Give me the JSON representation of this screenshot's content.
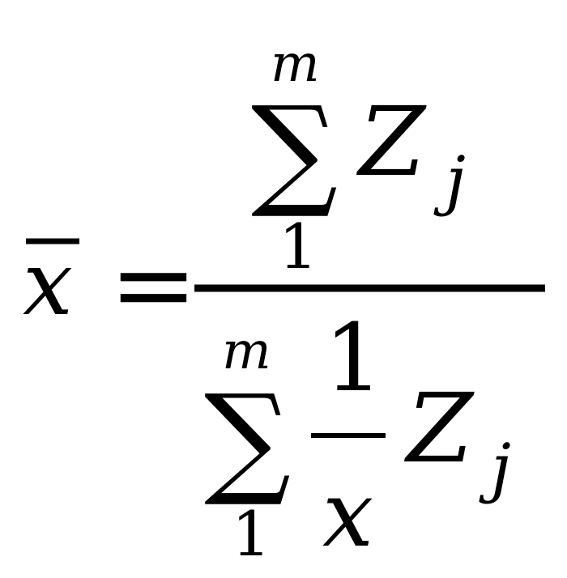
{
  "formula": {
    "lhs_variable": "x",
    "equals": "=",
    "numerator": {
      "sum_upper": "m",
      "sum_symbol": "∑",
      "sum_lower": "1",
      "term_variable": "Z",
      "term_subscript": "j"
    },
    "denominator": {
      "sum_upper": "m",
      "sum_symbol": "∑",
      "sum_lower": "1",
      "inner_fraction_numerator": "1",
      "inner_fraction_denominator": "x",
      "term_variable": "Z",
      "term_subscript": "j"
    }
  }
}
